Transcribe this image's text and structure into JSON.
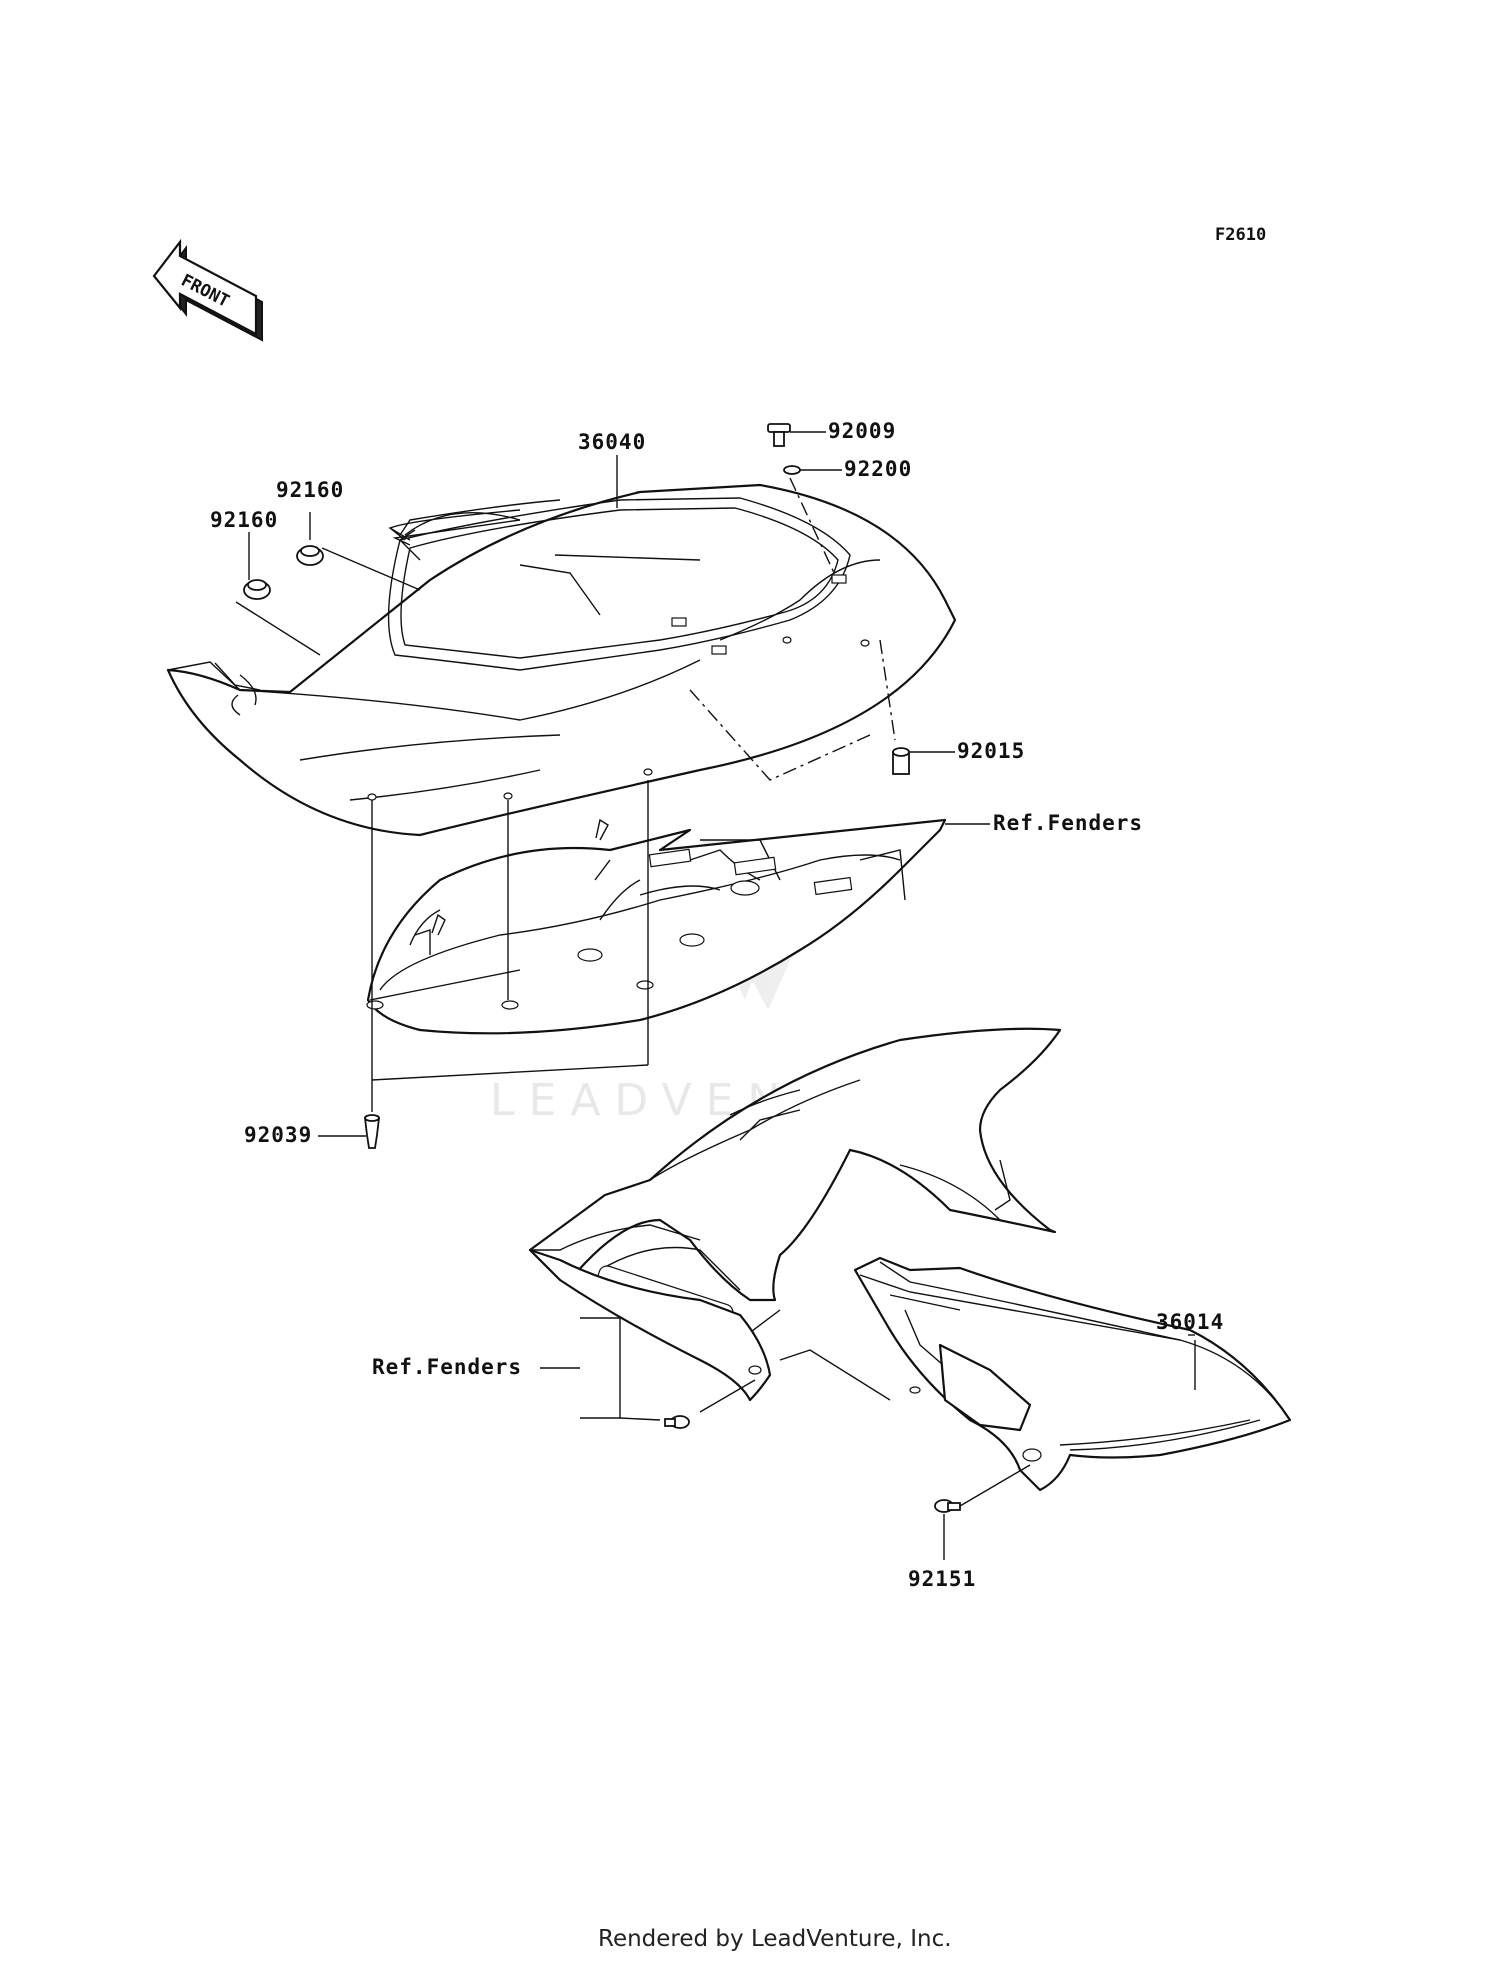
{
  "diagram_code": "F2610",
  "front_arrow_label": "FRONT",
  "watermark": "LEADVENTURE",
  "footer": "Rendered by LeadVenture, Inc.",
  "parts": {
    "p36040": "36040",
    "p92009": "92009",
    "p92200": "92200",
    "p92160_a": "92160",
    "p92160_b": "92160",
    "p92015": "92015",
    "ref_fenders_1": "Ref.Fenders",
    "p92039": "92039",
    "p36014": "36014",
    "ref_fenders_2": "Ref.Fenders",
    "p92151": "92151"
  }
}
